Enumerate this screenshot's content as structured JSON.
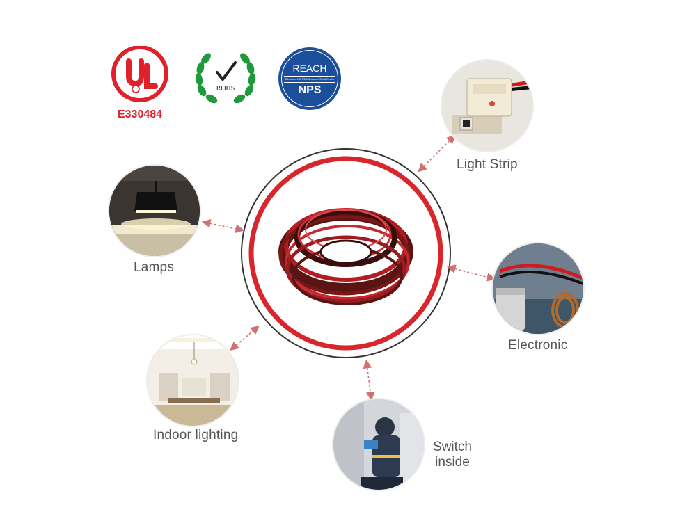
{
  "certifications": {
    "ul": {
      "text": "UL",
      "number": "E330484"
    },
    "rohs": {
      "text": "ROHS"
    },
    "reach": {
      "top": "REACH",
      "small": "Directive 1907/2006 annex REACH.eco",
      "bottom": "NPS"
    }
  },
  "applications": {
    "light_strip": "Light Strip",
    "lamps": "Lamps",
    "electronic": "Electronic",
    "indoor_lighting": "Indoor lighting",
    "switch_inside_line1": "Switch",
    "switch_inside_line2": "inside"
  },
  "colors": {
    "red": "#d9262c",
    "ul_red": "#e0202a",
    "rohs_green": "#1f9a3a",
    "reach_blue": "#1b4f9c",
    "label": "#555555",
    "arrow": "#d07070"
  }
}
